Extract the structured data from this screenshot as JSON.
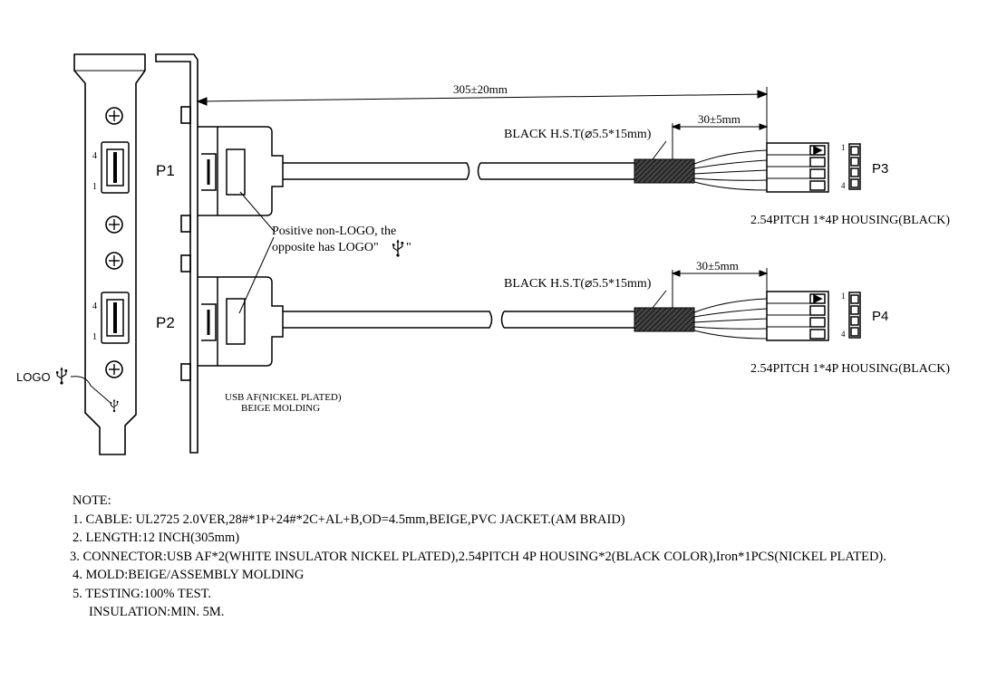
{
  "labels": {
    "p1": "P1",
    "p2": "P2",
    "p3": "P3",
    "p4": "P4",
    "pin1_left_top": "1",
    "pin4_left_top": "4",
    "pin1_left_bottom": "1",
    "pin4_left_bottom": "4",
    "pin1_p3": "1",
    "pin4_p3": "4",
    "pin1_p4": "1",
    "pin4_p4": "4",
    "dim_total": "305±20mm",
    "dim_p3": "30±5mm",
    "dim_p4": "30±5mm",
    "hst_top": "BLACK H.S.T(⌀5.5*15mm)",
    "hst_bottom": "BLACK H.S.T(⌀5.5*15mm)",
    "housing_p3": "2.54PITCH 1*4P HOUSING(BLACK)",
    "housing_p4": "2.54PITCH 1*4P HOUSING(BLACK)",
    "logo_note_line1": "Positive non-LOGO, the",
    "logo_note_line2": "opposite has LOGO\"",
    "logo_note_end": "\"",
    "logo_left": "LOGO",
    "usb_af_line1": "USB AF(NICKEL PLATED)",
    "usb_af_line2": "BEIGE MOLDING"
  },
  "notes": {
    "title": "NOTE:",
    "items": [
      "1. CABLE: UL2725 2.0VER,28#*1P+24#*2C+AL+B,OD=4.5mm,BEIGE,PVC JACKET.(AM BRAID)",
      "2. LENGTH:12 INCH(305mm)",
      "3. CONNECTOR:USB AF*2(WHITE INSULATOR NICKEL PLATED),2.54PITCH 4P HOUSING*2(BLACK COLOR),Iron*1PCS(NICKEL PLATED).",
      "4. MOLD:BEIGE/ASSEMBLY MOLDING",
      "5. TESTING:100% TEST.",
      "INSULATION:MIN. 5M."
    ]
  },
  "icons": [
    "usb-trident-icon",
    "screw-head-icon",
    "arrowhead-icon"
  ]
}
